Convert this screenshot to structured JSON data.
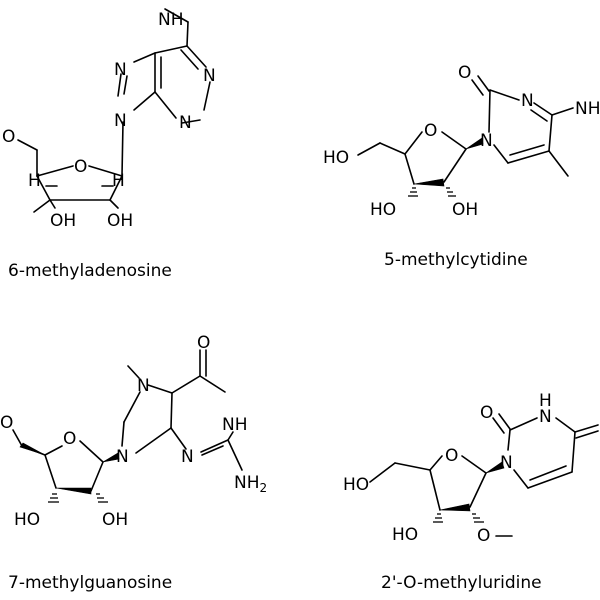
{
  "molecules": {
    "m6a": {
      "name": "6-methyladenosine",
      "atoms": {
        "nh": "NH",
        "n7": "N",
        "n1": "N",
        "n9": "N",
        "n3": "N",
        "o5": "O",
        "ring_o": "O",
        "h_left": "H",
        "h_right": "H",
        "oh3": "OH",
        "oh2": "OH"
      }
    },
    "m5c": {
      "name": "5-methylcytidine",
      "atoms": {
        "o2": "O",
        "n3": "N",
        "n1": "N",
        "nh2": "NH",
        "ho5": "HO",
        "ring_o": "O",
        "ho3": "HO",
        "oh2": "OH"
      }
    },
    "m7g": {
      "name": "7-methylguanosine",
      "atoms": {
        "n7": "N",
        "o6": "O",
        "nh1": "NH",
        "n9": "N",
        "n3": "N",
        "nh2": "NH",
        "nh2_sub": "2",
        "o5": "O",
        "ring_o": "O",
        "ho3": "HO",
        "oh2": "OH"
      }
    },
    "um": {
      "name": "2'-O-methyluridine",
      "atoms": {
        "o2": "O",
        "n3": "N",
        "h3": "H",
        "n1": "N",
        "ho5": "HO",
        "ring_o": "O",
        "ho3": "HO",
        "ome": "O"
      }
    }
  }
}
